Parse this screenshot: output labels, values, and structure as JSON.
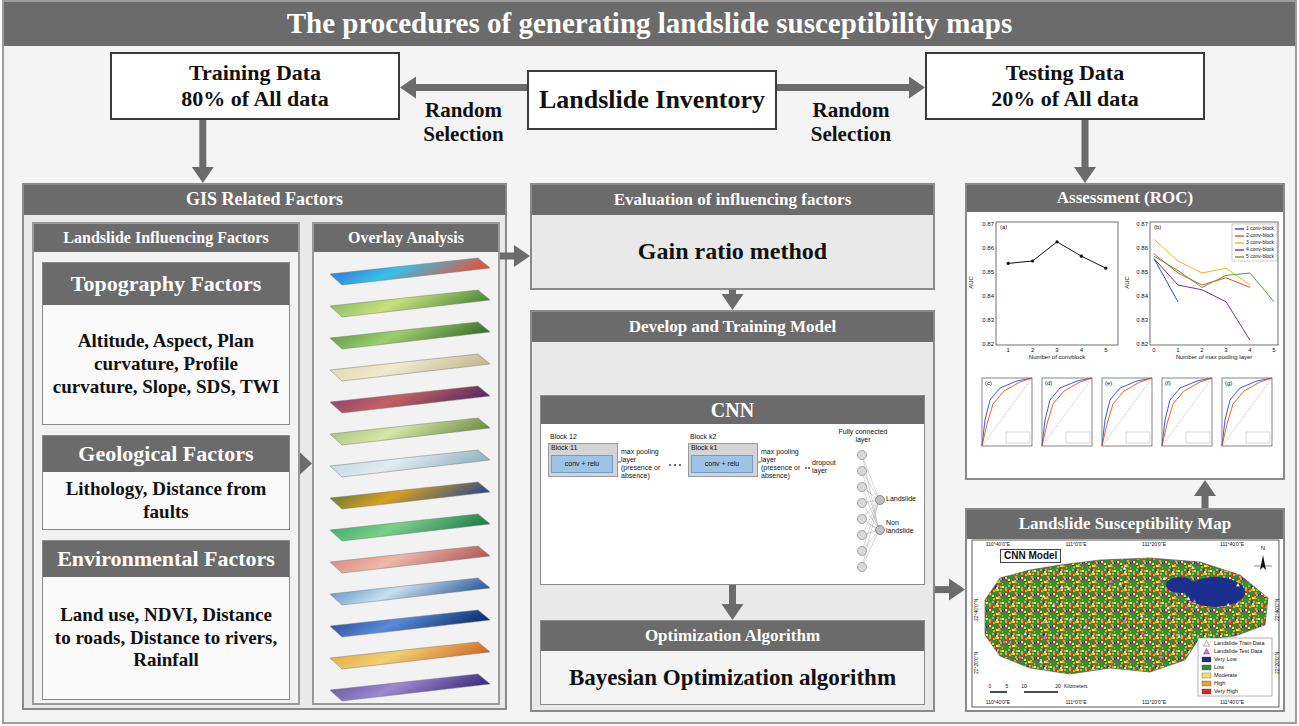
{
  "diagram": {
    "nodes": [
      {
        "text": [
          "The procedures of generating landslide susceptibility maps"
        ]
      },
      {
        "text": [
          "Training Data",
          "80% of All data"
        ],
        "in": 0
      },
      {
        "text": [
          "Landslide Inventory"
        ],
        "in": 0
      },
      {
        "text": [
          "Testing Data",
          "20% of All data"
        ],
        "in": 0
      },
      {
        "text": [
          "GIS Related Factors"
        ],
        "in": 0
      },
      {
        "text": [
          "Landslide Influencing Factors"
        ],
        "in": 4
      },
      {
        "text": [
          "Topography Factors",
          "Altitude, Aspect, Plan curvature, Profile curvature, Slope, SDS, TWI"
        ],
        "in": 5
      },
      {
        "text": [
          "Geological Factors",
          "Lithology, Distance from faults"
        ],
        "in": 5
      },
      {
        "text": [
          "Environmental Factors",
          "Land use, NDVI, Distance to roads, Distance to rivers, Rainfall"
        ],
        "in": 5
      },
      {
        "text": [
          "Overlay Analysis"
        ],
        "in": 4
      },
      {
        "text": [
          "Evaluation of influencing factors",
          "Gain ratio method"
        ],
        "in": 0
      },
      {
        "text": [
          "Develop and Training Model"
        ],
        "in": 0
      },
      {
        "text": [
          "CNN"
        ],
        "in": 11
      },
      {
        "text": [
          "Block 11"
        ],
        "in": 12
      },
      {
        "text": [
          "conv + relu"
        ],
        "in": 13
      },
      {
        "text": [
          "Block k1"
        ],
        "in": 12
      },
      {
        "text": [
          "conv + relu"
        ],
        "in": 15
      },
      {
        "text": [
          "Optimization Algorithm",
          "Bayesian Optimization algorithm"
        ],
        "in": 11
      },
      {
        "text": [
          "Assessment (ROC)"
        ],
        "in": 0
      },
      {
        "text": [
          "Landslide Susceptibility Map"
        ],
        "in": 0
      }
    ],
    "edges": [
      {
        "from": 2,
        "to": 1,
        "label": "Random Selection",
        "arrow": "to"
      },
      {
        "from": 2,
        "to": 3,
        "label": "Random Selection",
        "arrow": "to"
      },
      {
        "from": 1,
        "to": 4,
        "arrow": "to"
      },
      {
        "from": 3,
        "to": 18,
        "arrow": "to"
      },
      {
        "from": 5,
        "to": 9,
        "arrow": "to"
      },
      {
        "from": 9,
        "to": 10,
        "arrow": "to"
      },
      {
        "from": 10,
        "to": 11,
        "arrow": "to"
      },
      {
        "from": 12,
        "to": 17,
        "arrow": "to"
      },
      {
        "from": 11,
        "to": 19,
        "arrow": "to"
      },
      {
        "from": 19,
        "to": 18,
        "arrow": "to"
      }
    ],
    "labels": [
      "Block 12",
      "max pooling layer (presence or absence)",
      "Block k2",
      "max pooling layer (presence or absence)",
      "dropout layer",
      "Fully connected layer",
      "Landslide",
      "Non landslide",
      "(a)",
      "0.87",
      "0.86",
      "0.85",
      "0.84",
      "0.83",
      "0.82",
      "1",
      "2",
      "3",
      "4",
      "5",
      "Number of convblock",
      "AUC",
      "(b)",
      "0.87",
      "0.86",
      "0.85",
      "0.84",
      "0.83",
      "0.82",
      "0",
      "1",
      "2",
      "3",
      "4",
      "5",
      "Number of max pooling layer",
      "AUC",
      "(c)",
      "(d)",
      "(e)",
      "(f)",
      "(g)",
      "CNN Model",
      "110°40'0\"E",
      "111°0'0\"E",
      "111°20'0\"E",
      "111°40'0\"E",
      "110°40'0\"E",
      "111°0'0\"E",
      "111°20'0\"E",
      "111°40'0\"E",
      "22°40'0\"N",
      "22°20'0\"N",
      "22°40'0\"N",
      "22°20'0\"N",
      "0",
      "5",
      "10",
      "20",
      "Kilometers",
      "N"
    ],
    "legend": [
      {
        "text": "1 conv-block",
        "color": "#1f4fd0"
      },
      {
        "text": "2 conv-block",
        "color": "#e0561f"
      },
      {
        "text": "3 conv-block",
        "color": "#e8b820"
      },
      {
        "text": "4 conv-block",
        "color": "#7e2f8e"
      },
      {
        "text": "5 conv-block",
        "color": "#5aa02c"
      },
      {
        "text": "Landslide Train Data"
      },
      {
        "text": "Landslide Test Data"
      },
      {
        "text": "Very Low",
        "color": "#1b2f8f"
      },
      {
        "text": "Low",
        "color": "#2f8f3a"
      },
      {
        "text": "Moderate",
        "color": "#f2e35c"
      },
      {
        "text": "High",
        "color": "#f0a030"
      },
      {
        "text": "Very High",
        "color": "#e0261d"
      }
    ]
  }
}
